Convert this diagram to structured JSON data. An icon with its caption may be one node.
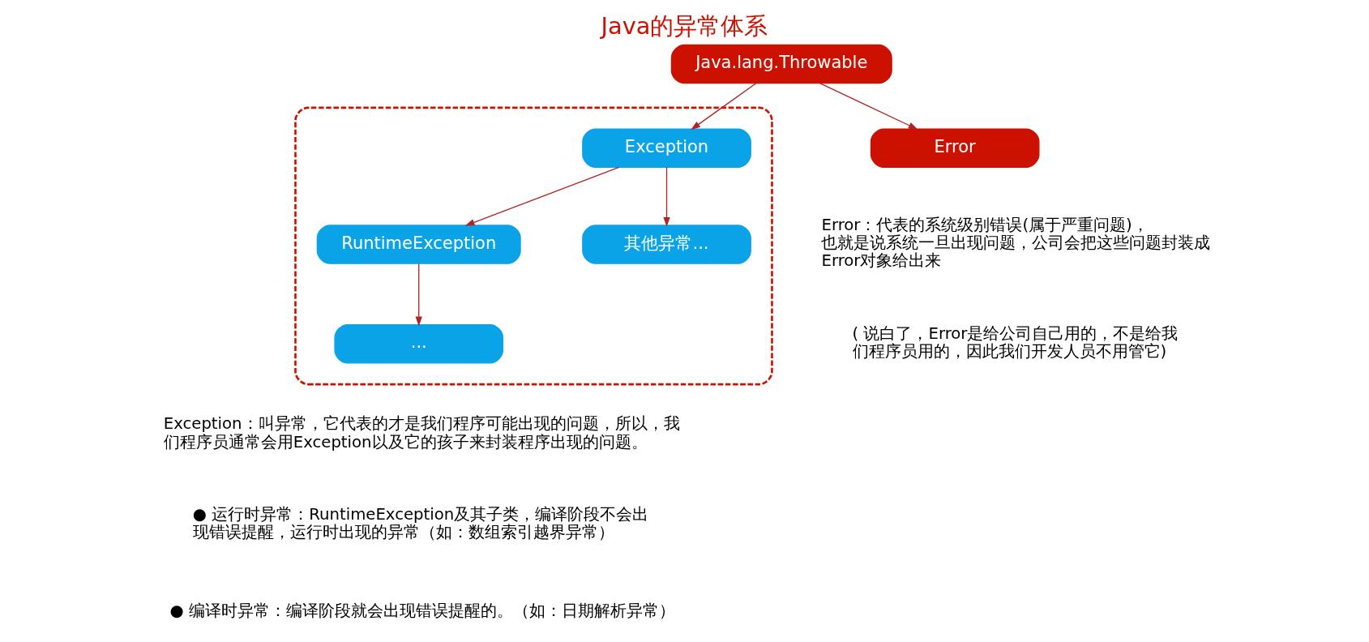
{
  "diagram": {
    "title": "Java的异常体系",
    "nodes": [
      {
        "text": [
          "Java.lang.Throwable"
        ]
      },
      {
        "text": [
          "Error"
        ]
      },
      {
        "text": [],
        "shape": "box"
      },
      {
        "text": [
          "Exception"
        ],
        "in": 2
      },
      {
        "text": [
          "RuntimeException"
        ],
        "in": 2
      },
      {
        "text": [
          "其他异常..."
        ],
        "in": 2
      },
      {
        "text": [
          "..."
        ],
        "in": 2
      }
    ],
    "edges": [
      {
        "from": 0,
        "to": 1,
        "arrow": "to"
      },
      {
        "from": 0,
        "to": 3,
        "arrow": "to"
      },
      {
        "from": 3,
        "to": 4,
        "arrow": "to"
      },
      {
        "from": 3,
        "to": 5,
        "arrow": "to"
      },
      {
        "from": 4,
        "to": 6,
        "arrow": "to"
      }
    ],
    "labels": [
      "Error：代表的系统级别错误(属于严重问题)，也就是说系统一旦出现问题，公司会把这些问题封装成Error对象给出来",
      "( 说白了，Error是给公司自己用的，不是给我们程序员用的，因此我们开发人员不用管它)",
      "Exception：叫异常，它代表的才是我们程序可能出现的问题，所以，我们程序员通常会用Exception以及它的孩子来封装程序出现的问题。",
      "● 运行时异常：RuntimeException及其子类，编译阶段不会出现错误提醒，运行时出现的异常（如：数组索引越界异常）",
      "● 编译时异常：编译阶段就会出现错误提醒的。（如：日期解析异常）"
    ]
  }
}
